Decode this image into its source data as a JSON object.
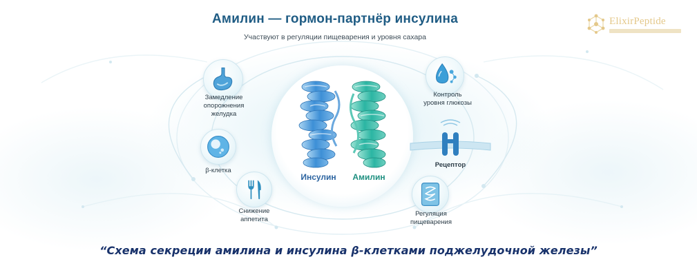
{
  "header": {
    "title": "Амилин — гормон-партнёр инсулина",
    "subtitle": "Участвуют в регуляции пищеварения и уровня сахара"
  },
  "logo": {
    "name": "ElixirPeptide",
    "icon": "molecule-logo-icon"
  },
  "features_left": [
    {
      "icon": "stomach-icon",
      "label": "Замедление\nопорожнения\nжелудка"
    },
    {
      "icon": "beta-cell-icon",
      "label": "β-клетка"
    },
    {
      "icon": "fork-knife-icon",
      "label": "Снижение\nаппетита"
    }
  ],
  "features_right": [
    {
      "icon": "glucose-drop-icon",
      "label": "Контроль\nуровня глюкозы"
    },
    {
      "icon": "receptor-icon",
      "label": "Рецептор"
    },
    {
      "icon": "intestine-icon",
      "label": "Регуляция\nпищеварения"
    }
  ],
  "center": {
    "insulin_label": "Инсулин",
    "amylin_label": "Амилин"
  },
  "caption": "“Схема секреции амилина и инсулина β-клетками поджелудочной железы”",
  "colors": {
    "title": "#1f5c84",
    "insulin": "#3d8fd6",
    "amylin": "#2bb5a3",
    "caption": "#18326b",
    "logo_gold": "#e4c88a"
  }
}
